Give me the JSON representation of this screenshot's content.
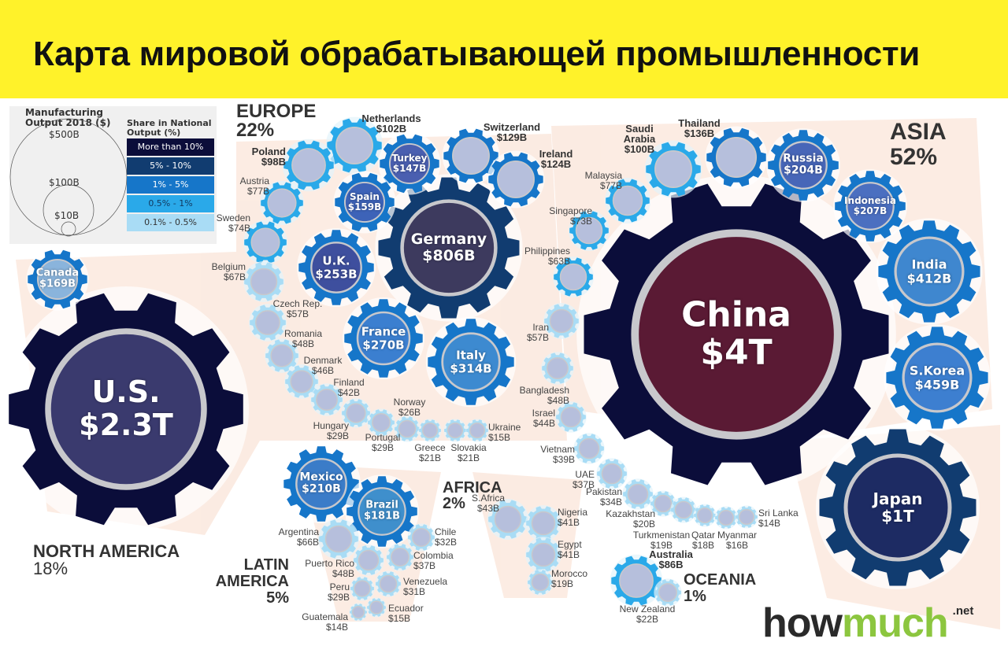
{
  "header": {
    "title": "Карта мировой обрабатывающей промышленности"
  },
  "legend": {
    "size_title": "Manufacturing Output 2018 ($)",
    "size_levels": [
      "$500B",
      "$100B",
      "$10B"
    ],
    "color_title": "Share in National Output (%)",
    "categories": [
      "More than 10%",
      "5% - 10%",
      "1% - 5%",
      "0.5% - 1%",
      "0.1% - 0.5%"
    ],
    "colors": [
      "#0b0d3a",
      "#113c70",
      "#1676c9",
      "#2aa9e9",
      "#a9dcf5"
    ]
  },
  "regions": [
    {
      "name": "EUROPE",
      "share": "22%"
    },
    {
      "name": "ASIA",
      "share": "52%"
    },
    {
      "name": "NORTH AMERICA",
      "share": "18%"
    },
    {
      "name": "LATIN AMERICA",
      "share": "5%"
    },
    {
      "name": "AFRICA",
      "share": "2%"
    },
    {
      "name": "OCEANIA",
      "share": "1%"
    }
  ],
  "logo": {
    "main": "how",
    "accent": "much",
    "suffix": ".net"
  },
  "chart_data": {
    "type": "bubble",
    "title": "Карта мировой обрабатывающей промышленности",
    "size_metric": "Manufacturing Output 2018 ($)",
    "color_metric": "Share in National Output (%)",
    "countries": [
      {
        "name": "U.S.",
        "value": "$2.3T",
        "value_b": 2300,
        "region": "NORTH AMERICA",
        "tier": 0
      },
      {
        "name": "China",
        "value": "$4T",
        "value_b": 4000,
        "region": "ASIA",
        "tier": 0
      },
      {
        "name": "Japan",
        "value": "$1T",
        "value_b": 1000,
        "region": "ASIA",
        "tier": 1
      },
      {
        "name": "Germany",
        "value": "$806B",
        "value_b": 806,
        "region": "EUROPE",
        "tier": 1
      },
      {
        "name": "S.Korea",
        "value": "$459B",
        "value_b": 459,
        "region": "ASIA",
        "tier": 2
      },
      {
        "name": "India",
        "value": "$412B",
        "value_b": 412,
        "region": "ASIA",
        "tier": 2
      },
      {
        "name": "Indonesia",
        "value": "$207B",
        "value_b": 207,
        "region": "ASIA",
        "tier": 2
      },
      {
        "name": "Russia",
        "value": "$204B",
        "value_b": 204,
        "region": "ASIA",
        "tier": 2
      },
      {
        "name": "Thailand",
        "value": "$136B",
        "value_b": 136,
        "region": "ASIA",
        "tier": 2
      },
      {
        "name": "Saudi Arabia",
        "value": "$100B",
        "value_b": 100,
        "region": "ASIA",
        "tier": 3
      },
      {
        "name": "Malaysia",
        "value": "$77B",
        "value_b": 77,
        "region": "ASIA",
        "tier": 3
      },
      {
        "name": "Singapore",
        "value": "$73B",
        "value_b": 73,
        "region": "ASIA",
        "tier": 3
      },
      {
        "name": "Philippines",
        "value": "$63B",
        "value_b": 63,
        "region": "ASIA",
        "tier": 3
      },
      {
        "name": "Iran",
        "value": "$57B",
        "value_b": 57,
        "region": "ASIA",
        "tier": 4
      },
      {
        "name": "Bangladesh",
        "value": "$48B",
        "value_b": 48,
        "region": "ASIA",
        "tier": 4
      },
      {
        "name": "Israel",
        "value": "$44B",
        "value_b": 44,
        "region": "ASIA",
        "tier": 4
      },
      {
        "name": "Vietnam",
        "value": "$39B",
        "value_b": 39,
        "region": "ASIA",
        "tier": 4
      },
      {
        "name": "UAE",
        "value": "$37B",
        "value_b": 37,
        "region": "ASIA",
        "tier": 4
      },
      {
        "name": "Pakistan",
        "value": "$34B",
        "value_b": 34,
        "region": "ASIA",
        "tier": 4
      },
      {
        "name": "Kazakhstan",
        "value": "$20B",
        "value_b": 20,
        "region": "ASIA",
        "tier": 4
      },
      {
        "name": "Turkmenistan",
        "value": "$19B",
        "value_b": 19,
        "region": "ASIA",
        "tier": 4
      },
      {
        "name": "Qatar",
        "value": "$18B",
        "value_b": 18,
        "region": "ASIA",
        "tier": 4
      },
      {
        "name": "Myanmar",
        "value": "$16B",
        "value_b": 16,
        "region": "ASIA",
        "tier": 4
      },
      {
        "name": "Sri Lanka",
        "value": "$14B",
        "value_b": 14,
        "region": "ASIA",
        "tier": 4
      },
      {
        "name": "Canada",
        "value": "$169B",
        "value_b": 169,
        "region": "NORTH AMERICA",
        "tier": 2
      },
      {
        "name": "Mexico",
        "value": "$210B",
        "value_b": 210,
        "region": "LATIN AMERICA",
        "tier": 2
      },
      {
        "name": "Brazil",
        "value": "$181B",
        "value_b": 181,
        "region": "LATIN AMERICA",
        "tier": 2
      },
      {
        "name": "Argentina",
        "value": "$66B",
        "value_b": 66,
        "region": "LATIN AMERICA",
        "tier": 4
      },
      {
        "name": "Chile",
        "value": "$32B",
        "value_b": 32,
        "region": "LATIN AMERICA",
        "tier": 4
      },
      {
        "name": "Puerto Rico",
        "value": "$48B",
        "value_b": 48,
        "region": "LATIN AMERICA",
        "tier": 4
      },
      {
        "name": "Colombia",
        "value": "$37B",
        "value_b": 37,
        "region": "LATIN AMERICA",
        "tier": 4
      },
      {
        "name": "Venezuela",
        "value": "$31B",
        "value_b": 31,
        "region": "LATIN AMERICA",
        "tier": 4
      },
      {
        "name": "Peru",
        "value": "$29B",
        "value_b": 29,
        "region": "LATIN AMERICA",
        "tier": 4
      },
      {
        "name": "Ecuador",
        "value": "$15B",
        "value_b": 15,
        "region": "LATIN AMERICA",
        "tier": 4
      },
      {
        "name": "Guatemala",
        "value": "$14B",
        "value_b": 14,
        "region": "LATIN AMERICA",
        "tier": 4
      },
      {
        "name": "S.Africa",
        "value": "$43B",
        "value_b": 43,
        "region": "AFRICA",
        "tier": 4
      },
      {
        "name": "Nigeria",
        "value": "$41B",
        "value_b": 41,
        "region": "AFRICA",
        "tier": 4
      },
      {
        "name": "Egypt",
        "value": "$41B",
        "value_b": 41,
        "region": "AFRICA",
        "tier": 4
      },
      {
        "name": "Morocco",
        "value": "$19B",
        "value_b": 19,
        "region": "AFRICA",
        "tier": 4
      },
      {
        "name": "Australia",
        "value": "$86B",
        "value_b": 86,
        "region": "OCEANIA",
        "tier": 3
      },
      {
        "name": "New Zealand",
        "value": "$22B",
        "value_b": 22,
        "region": "OCEANIA",
        "tier": 4
      },
      {
        "name": "Netherlands",
        "value": "$102B",
        "value_b": 102,
        "region": "EUROPE",
        "tier": 3
      },
      {
        "name": "Turkey",
        "value": "$147B",
        "value_b": 147,
        "region": "EUROPE",
        "tier": 2
      },
      {
        "name": "Switzerland",
        "value": "$129B",
        "value_b": 129,
        "region": "EUROPE",
        "tier": 2
      },
      {
        "name": "Ireland",
        "value": "$124B",
        "value_b": 124,
        "region": "EUROPE",
        "tier": 2
      },
      {
        "name": "Spain",
        "value": "$159B",
        "value_b": 159,
        "region": "EUROPE",
        "tier": 2
      },
      {
        "name": "Poland",
        "value": "$98B",
        "value_b": 98,
        "region": "EUROPE",
        "tier": 3
      },
      {
        "name": "Austria",
        "value": "$77B",
        "value_b": 77,
        "region": "EUROPE",
        "tier": 3
      },
      {
        "name": "Sweden",
        "value": "$74B",
        "value_b": 74,
        "region": "EUROPE",
        "tier": 3
      },
      {
        "name": "Belgium",
        "value": "$67B",
        "value_b": 67,
        "region": "EUROPE",
        "tier": 4
      },
      {
        "name": "U.K.",
        "value": "$253B",
        "value_b": 253,
        "region": "EUROPE",
        "tier": 2
      },
      {
        "name": "France",
        "value": "$270B",
        "value_b": 270,
        "region": "EUROPE",
        "tier": 2
      },
      {
        "name": "Italy",
        "value": "$314B",
        "value_b": 314,
        "region": "EUROPE",
        "tier": 2
      },
      {
        "name": "Czech Rep.",
        "value": "$57B",
        "value_b": 57,
        "region": "EUROPE",
        "tier": 4
      },
      {
        "name": "Romania",
        "value": "$48B",
        "value_b": 48,
        "region": "EUROPE",
        "tier": 4
      },
      {
        "name": "Denmark",
        "value": "$46B",
        "value_b": 46,
        "region": "EUROPE",
        "tier": 4
      },
      {
        "name": "Finland",
        "value": "$42B",
        "value_b": 42,
        "region": "EUROPE",
        "tier": 4
      },
      {
        "name": "Hungary",
        "value": "$29B",
        "value_b": 29,
        "region": "EUROPE",
        "tier": 4
      },
      {
        "name": "Portugal",
        "value": "$29B",
        "value_b": 29,
        "region": "EUROPE",
        "tier": 4
      },
      {
        "name": "Norway",
        "value": "$26B",
        "value_b": 26,
        "region": "EUROPE",
        "tier": 4
      },
      {
        "name": "Greece",
        "value": "$21B",
        "value_b": 21,
        "region": "EUROPE",
        "tier": 4
      },
      {
        "name": "Slovakia",
        "value": "$21B",
        "value_b": 21,
        "region": "EUROPE",
        "tier": 4
      },
      {
        "name": "Ukraine",
        "value": "$15B",
        "value_b": 15,
        "region": "EUROPE",
        "tier": 4
      }
    ]
  }
}
